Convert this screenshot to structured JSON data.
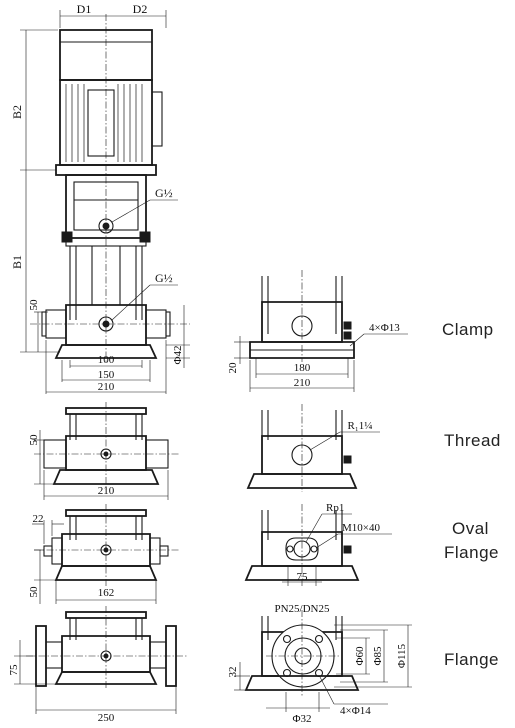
{
  "dimensions": {
    "d1": "D1",
    "d2": "D2",
    "b1": "B1",
    "b2": "B2",
    "g_upper": "G½",
    "g_lower": "G½",
    "h50_main": "50",
    "w100": "100",
    "w150": "150",
    "w210_main": "210",
    "phi42": "Φ42",
    "h50_thread": "50",
    "w210_thread": "210",
    "w22": "22",
    "h50_oval": "50",
    "w162": "162",
    "h75_flange": "75",
    "w250": "250",
    "clamp_holes": "4×Φ13",
    "h20_clamp": "20",
    "w180_clamp": "180",
    "w210_clamp": "210",
    "thread_spec": "R₁1¼",
    "rp1": "Rp1",
    "m10x40": "M10×40",
    "w75_oval": "75",
    "pn_dn": "PN25/DN25",
    "phi60": "Φ60",
    "phi85": "Φ85",
    "phi115": "Φ115",
    "h32_flange": "32",
    "phi32": "Φ32",
    "flange_holes": "4×Φ14"
  },
  "labels": {
    "clamp": "Clamp",
    "thread": "Thread",
    "oval": "Oval",
    "oval_flange": "Flange",
    "flange": "Flange"
  }
}
